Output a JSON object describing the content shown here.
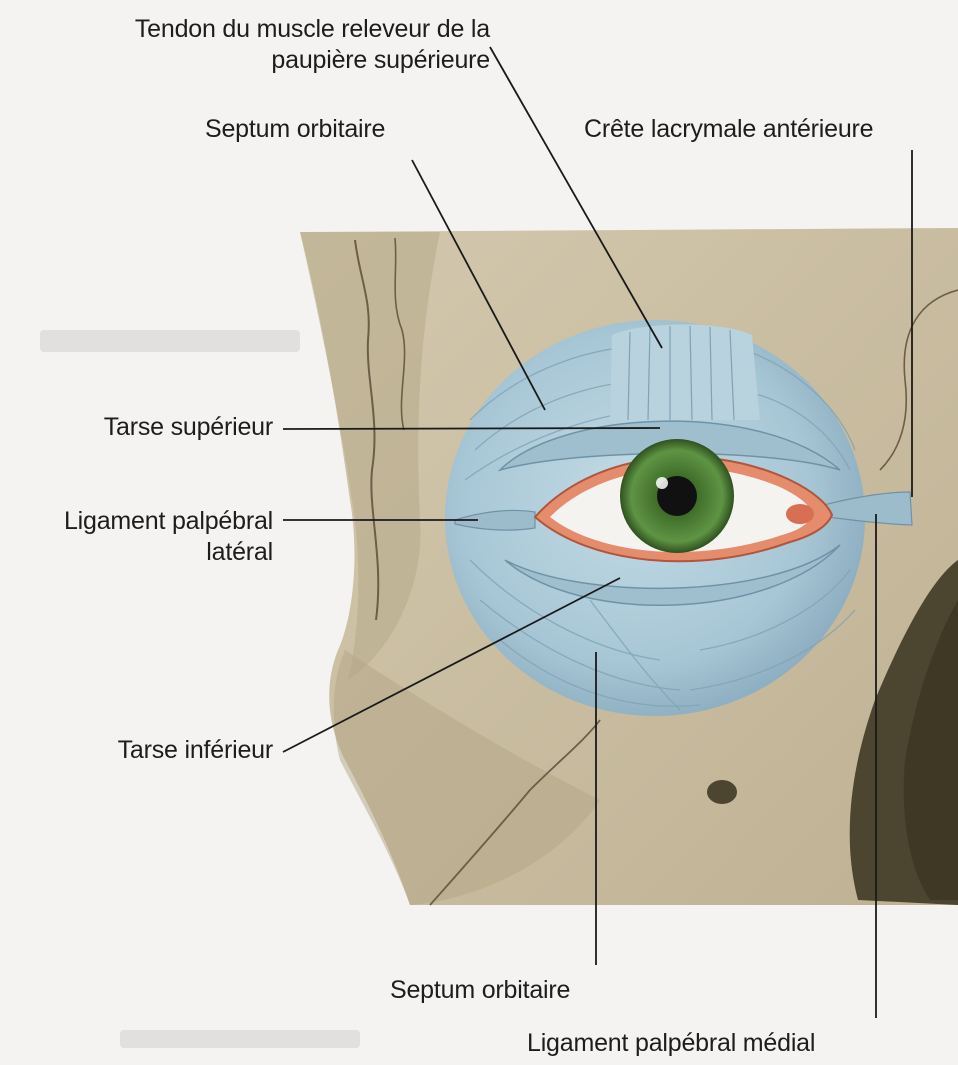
{
  "figure": {
    "labels": {
      "levator_tendon": {
        "line1": "Tendon du muscle releveur de la",
        "line2": "paupière supérieure"
      },
      "septum_top": "Septum orbitaire",
      "lacrimal_crest": "Crête lacrymale antérieure",
      "tarsus_superior": "Tarse supérieur",
      "lateral_ligament": {
        "line1": "Ligament palpébral",
        "line2": "latéral"
      },
      "tarsus_inferior": "Tarse inférieur",
      "septum_bottom": "Septum orbitaire",
      "medial_ligament": "Ligament palpébral médial"
    },
    "colors": {
      "bone": "#cbbfa5",
      "bone_shadow": "#a39377",
      "septum": "#a9c8d6",
      "septum_fiber": "#7fa3b5",
      "eyelid_margin": "#e08a6a",
      "iris": "#4d7d36",
      "nasal_cavity": "#4c4530",
      "leader_line": "#1a1a1a"
    }
  }
}
